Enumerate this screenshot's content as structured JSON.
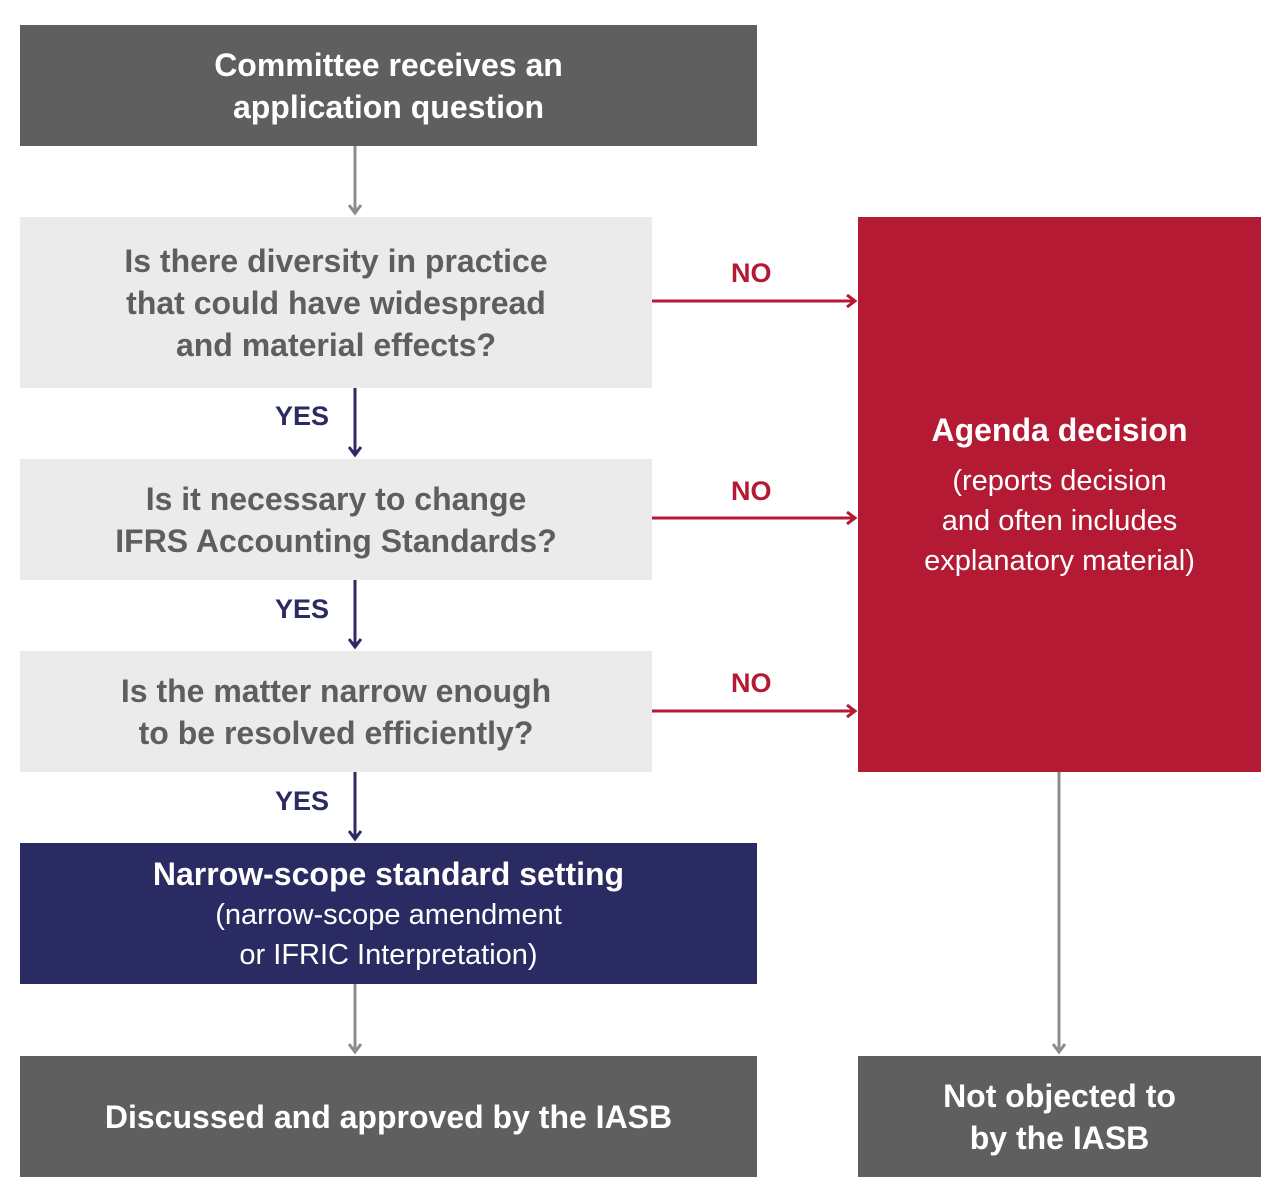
{
  "nodes": {
    "start": {
      "lines": [
        "Committee receives an",
        "application question"
      ]
    },
    "q1": {
      "lines": [
        "Is there diversity in practice",
        "that could have widespread",
        "and material effects?"
      ]
    },
    "q2": {
      "lines": [
        "Is it necessary to change",
        "IFRS Accounting Standards?"
      ]
    },
    "q3": {
      "lines": [
        "Is the matter narrow enough",
        "to be resolved efficiently?"
      ]
    },
    "narrow": {
      "title": "Narrow-scope standard setting",
      "lines": [
        "(narrow-scope amendment",
        "or IFRIC Interpretation)"
      ]
    },
    "agenda": {
      "title": "Agenda decision",
      "lines": [
        "(reports decision",
        "and often includes",
        "explanatory material)"
      ]
    },
    "approved": {
      "lines": [
        "Discussed and approved by the IASB"
      ]
    },
    "not_objected": {
      "lines": [
        "Not objected to",
        "by the IASB"
      ]
    }
  },
  "labels": {
    "yes": "YES",
    "no": "NO"
  },
  "colors": {
    "dark_gray": "#5f5f5f",
    "light_gray": "#ebebeb",
    "navy": "#2b2b63",
    "red": "#b41a33",
    "arrow_gray": "#8c8c8c"
  }
}
